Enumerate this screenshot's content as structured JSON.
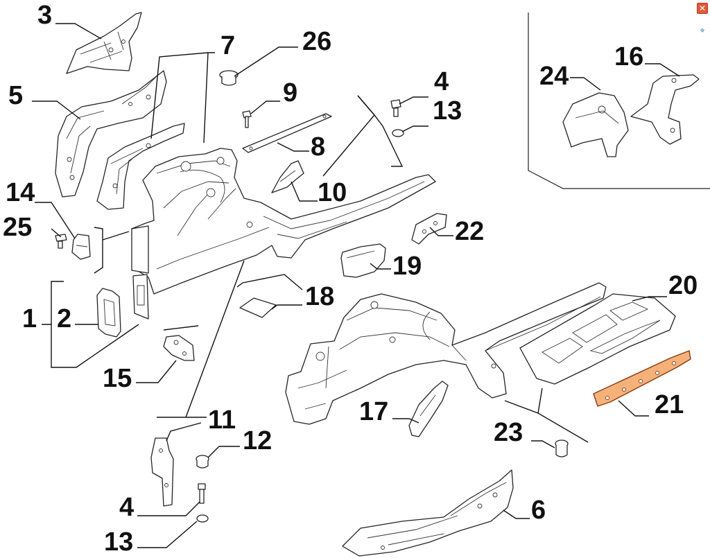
{
  "ui": {
    "close_glyph": "✕",
    "zoom_glyph": "⌖",
    "close_icon": "close-icon",
    "zoom_icon": "zoom-icon"
  },
  "highlight_color": "#f4b27a",
  "callouts": {
    "c1": "1",
    "c2": "2",
    "c3": "3",
    "c4a": "4",
    "c4b": "4",
    "c5": "5",
    "c6": "6",
    "c7": "7",
    "c8": "8",
    "c9": "9",
    "c10": "10",
    "c11": "11",
    "c12": "12",
    "c13a": "13",
    "c13b": "13",
    "c14": "14",
    "c15": "15",
    "c16": "16",
    "c17": "17",
    "c18": "18",
    "c19": "19",
    "c20": "20",
    "c21": "21",
    "c22": "22",
    "c23": "23",
    "c24": "24",
    "c25": "25",
    "c26": "26"
  }
}
